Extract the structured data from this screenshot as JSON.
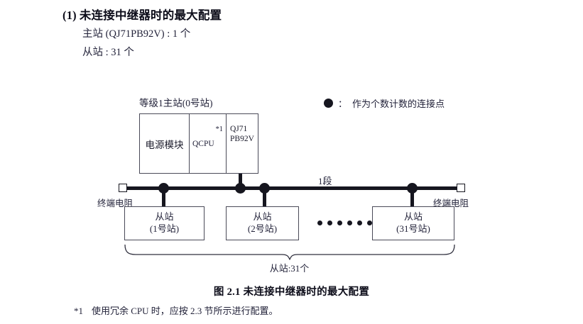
{
  "section": {
    "number": "(1)",
    "title": "未连接中继器时的最大配置",
    "spec_master": "主站 (QJ71PB92V) : 1 个",
    "spec_slave": "从站 : 31 个"
  },
  "legend": {
    "marker": "filled-circle",
    "colon": "：",
    "text": "作为个数计数的连接点"
  },
  "diagram": {
    "master_label": "等级1主站(0号站)",
    "rack": {
      "power_module": "电源模块",
      "cpu": "QCPU",
      "cpu_footnote": "*1",
      "network_line1": "QJ71",
      "network_line2": "PB92V"
    },
    "segment_label": "1段",
    "terminator_left": "终端电阻",
    "terminator_right": "终端电阻",
    "slaves": [
      {
        "name": "从站",
        "station": "(1号站)"
      },
      {
        "name": "从站",
        "station": "(2号站)"
      },
      {
        "name": "从站",
        "station": "(31号站)"
      }
    ],
    "ellipsis_dots": 6,
    "bus_dots": 4,
    "brace_label": "从站:31个"
  },
  "caption": "图 2.1  未连接中继器时的最大配置",
  "footnote": {
    "mark": "*1",
    "text": "使用冗余 CPU 时，应按 2.3 节所示进行配置。"
  },
  "colors": {
    "ink": "#1b1b2b",
    "line": "#16161f",
    "box_border": "#4a4a58",
    "background": "#ffffff"
  }
}
